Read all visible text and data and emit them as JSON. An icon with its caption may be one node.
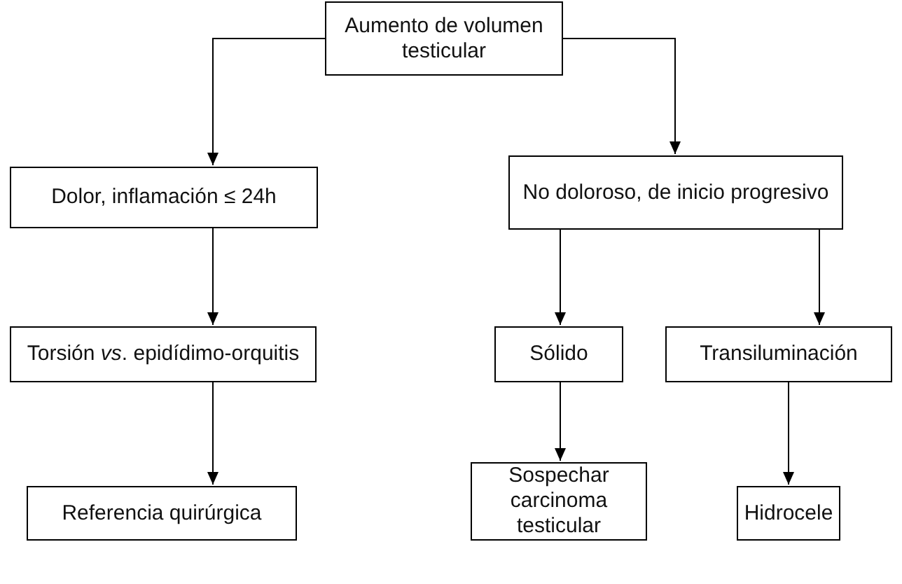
{
  "diagram": {
    "nodes": [
      {
        "text": [
          "Aumento de volumen testicular"
        ]
      },
      {
        "text": [
          "Dolor, inflamación ≤ 24h"
        ]
      },
      {
        "text": [
          "No doloroso, de inicio progresivo"
        ]
      },
      {
        "text": [
          "Torsión *vs*. epidídimo-orquitis"
        ]
      },
      {
        "text": [
          "Sólido"
        ]
      },
      {
        "text": [
          "Transiluminación"
        ]
      },
      {
        "text": [
          "Referencia quirúrgica"
        ]
      },
      {
        "text": [
          "Sospechar carcinoma testicular"
        ]
      },
      {
        "text": [
          "Hidrocele"
        ]
      }
    ],
    "edges": [
      {
        "from": 0,
        "to": 1,
        "arrow": "to"
      },
      {
        "from": 0,
        "to": 2,
        "arrow": "to"
      },
      {
        "from": 1,
        "to": 3,
        "arrow": "to"
      },
      {
        "from": 2,
        "to": 4,
        "arrow": "to"
      },
      {
        "from": 2,
        "to": 5,
        "arrow": "to"
      },
      {
        "from": 3,
        "to": 6,
        "arrow": "to"
      },
      {
        "from": 4,
        "to": 7,
        "arrow": "to"
      },
      {
        "from": 5,
        "to": 8,
        "arrow": "to"
      }
    ]
  }
}
